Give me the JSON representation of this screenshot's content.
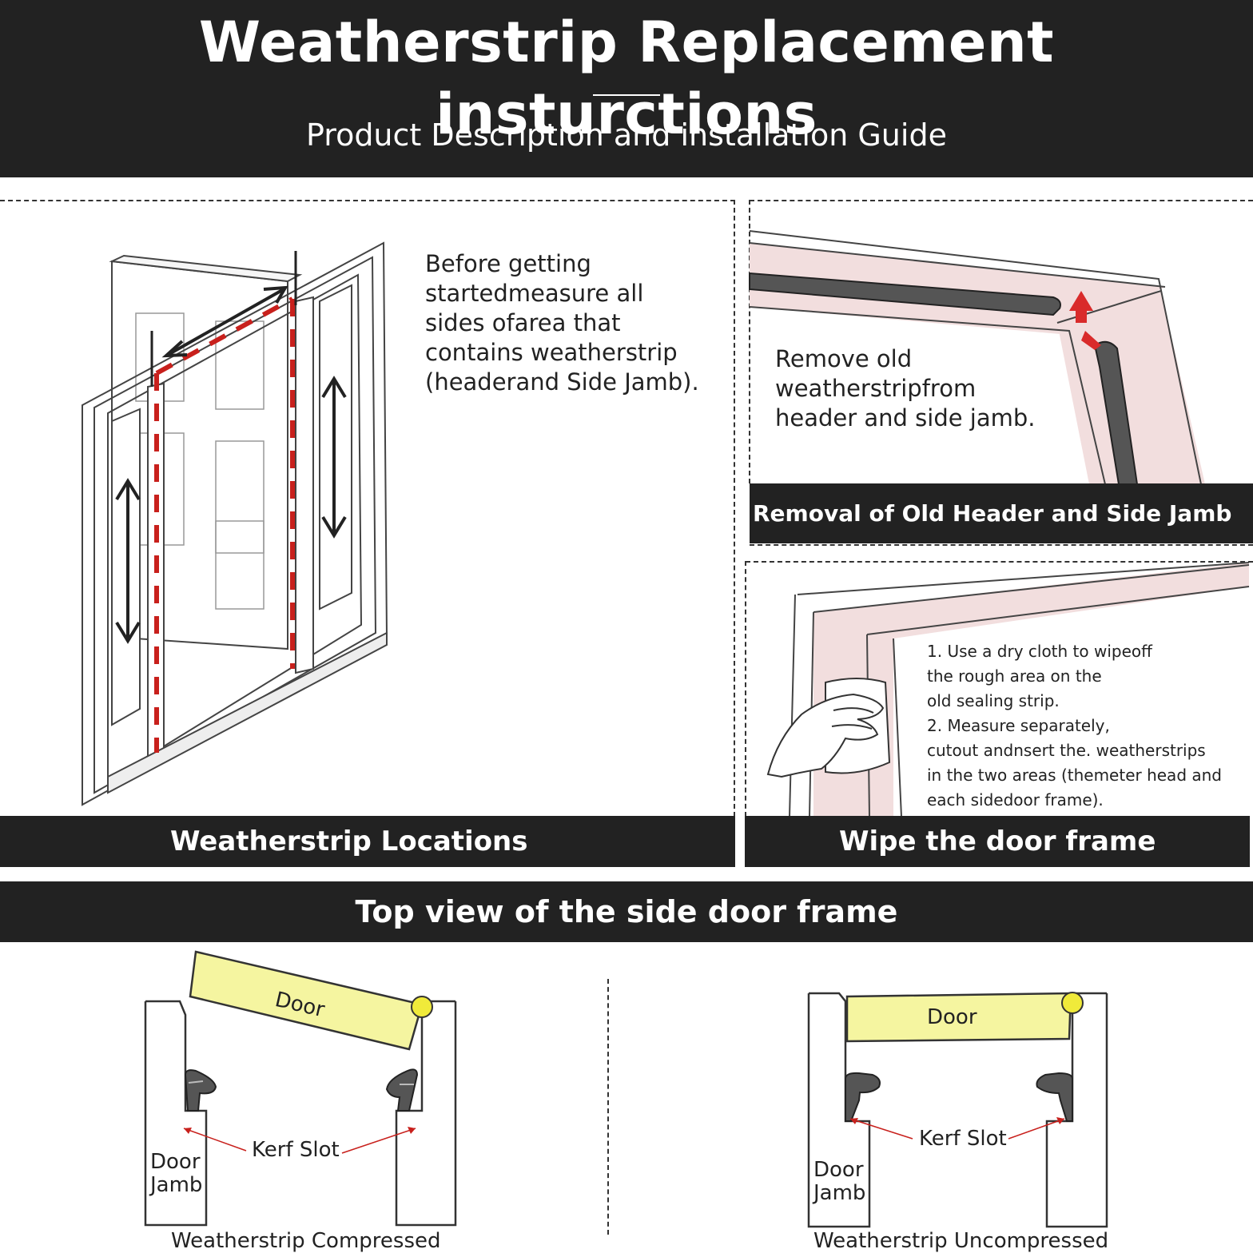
{
  "header": {
    "title": "Weatherstrip Replacement insturctions",
    "subtitle": "Product Description and installation Guide"
  },
  "panel_locations": {
    "text": [
      "Before getting",
      "startedmeasure all",
      "sides ofarea that",
      "contains weatherstrip",
      "(headerand Side Jamb)."
    ],
    "caption": "Weatherstrip Locations"
  },
  "panel_removal": {
    "text": [
      "Remove old",
      "weatherstripfrom",
      "header and side jamb."
    ],
    "caption": "Removal of Old Header and Side Jamb"
  },
  "panel_wipe": {
    "text": [
      "1. Use a dry cloth to wipeoff",
      "the rough area on the",
      "old sealing strip.",
      "2. Measure separately,",
      "cutout andnsert the. weatherstrips",
      "in the two areas (themeter head and",
      "each sidedoor frame)."
    ],
    "caption": "Wipe the door frame"
  },
  "top_view": {
    "heading": "Top view of the side door frame",
    "left": {
      "door_label": "Door",
      "kerf_label": "Kerf Slot",
      "jamb_label": [
        "Door",
        "Jamb"
      ],
      "caption": "Weatherstrip Compressed"
    },
    "right": {
      "door_label": "Door",
      "kerf_label": "Kerf Slot",
      "jamb_label": [
        "Door",
        "Jamb"
      ],
      "caption": "Weatherstrip Uncompressed"
    }
  },
  "colors": {
    "dark_bar": "#222222",
    "weatherstrip_red": "#c8201c",
    "frame_pink": "#f2dede",
    "door_yellow": "#f5f5a0",
    "hinge_yellow": "#f0ea3a",
    "strip_gray": "#555555"
  },
  "icons": {
    "hand": "hand-with-cloth-icon",
    "arrows": "double-headed-arrow-icon"
  }
}
